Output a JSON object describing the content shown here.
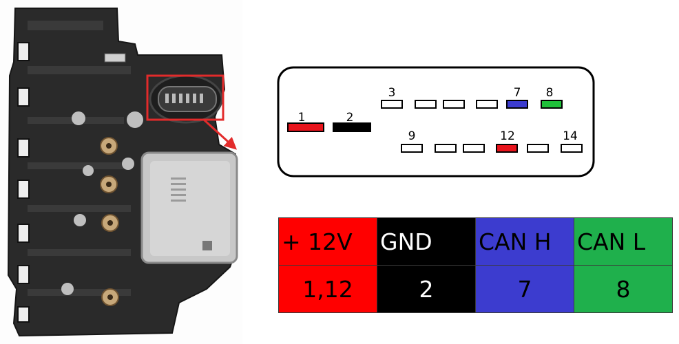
{
  "connector": {
    "pins": [
      {
        "number": "1",
        "color": "#e8141c"
      },
      {
        "number": "2",
        "color": "#000000"
      },
      {
        "number": "3",
        "color": "#ffffff"
      },
      {
        "number": "4",
        "color": "#ffffff"
      },
      {
        "number": "5",
        "color": "#ffffff"
      },
      {
        "number": "6",
        "color": "#ffffff"
      },
      {
        "number": "7",
        "color": "#3c3ccf"
      },
      {
        "number": "8",
        "color": "#1fc13a"
      },
      {
        "number": "9",
        "color": "#ffffff"
      },
      {
        "number": "10",
        "color": "#ffffff"
      },
      {
        "number": "11",
        "color": "#ffffff"
      },
      {
        "number": "12",
        "color": "#e8141c"
      },
      {
        "number": "13",
        "color": "#ffffff"
      },
      {
        "number": "14",
        "color": "#ffffff"
      }
    ],
    "visible_labels": [
      "1",
      "2",
      "3",
      "7",
      "8",
      "9",
      "12",
      "14"
    ],
    "highlight_color": "#e22b2b"
  },
  "legend": {
    "columns": [
      {
        "signal": "+ 12V",
        "pins": "1,12",
        "background": "#ff0000",
        "text_color": "#000000"
      },
      {
        "signal": "GND",
        "pins": "2",
        "background": "#000000",
        "text_color": "#ffffff"
      },
      {
        "signal": "CAN H",
        "pins": "7",
        "background": "#3c3ccf",
        "text_color": "#000000"
      },
      {
        "signal": "CAN L",
        "pins": "8",
        "background": "#1fb04c",
        "text_color": "#000000"
      }
    ]
  }
}
